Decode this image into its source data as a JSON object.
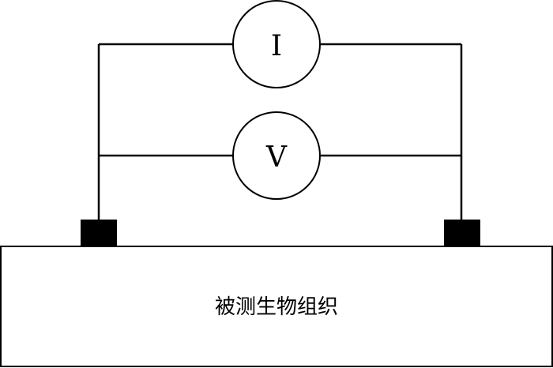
{
  "diagram": {
    "current_meter": {
      "symbol": "I"
    },
    "voltage_meter": {
      "symbol": "V"
    },
    "tissue": {
      "label": "被测生物组织"
    }
  }
}
